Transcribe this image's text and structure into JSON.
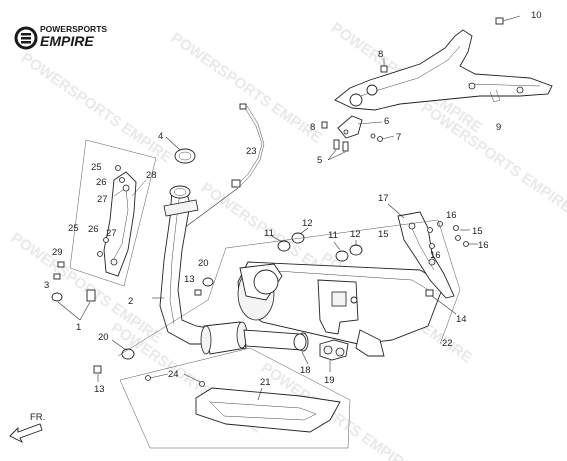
{
  "brand": {
    "line1": "POWERSPORTS",
    "line2": "EMPIRE",
    "watermark": "POWERSPORTS EMPIRE"
  },
  "direction_label": "FR.",
  "callouts": [
    {
      "id": "c10",
      "text": "10"
    },
    {
      "id": "c8a",
      "text": "8"
    },
    {
      "id": "c9",
      "text": "9"
    },
    {
      "id": "c6",
      "text": "6"
    },
    {
      "id": "c8b",
      "text": "8"
    },
    {
      "id": "c7",
      "text": "7"
    },
    {
      "id": "c5",
      "text": "5"
    },
    {
      "id": "c4",
      "text": "4"
    },
    {
      "id": "c23",
      "text": "23"
    },
    {
      "id": "c25a",
      "text": "25"
    },
    {
      "id": "c26a",
      "text": "26"
    },
    {
      "id": "c28",
      "text": "28"
    },
    {
      "id": "c27a",
      "text": "27"
    },
    {
      "id": "c25b",
      "text": "25"
    },
    {
      "id": "c26b",
      "text": "26"
    },
    {
      "id": "c27b",
      "text": "27"
    },
    {
      "id": "c29",
      "text": "29"
    },
    {
      "id": "c3",
      "text": "3"
    },
    {
      "id": "c1",
      "text": "1"
    },
    {
      "id": "c2",
      "text": "2"
    },
    {
      "id": "c13a",
      "text": "13"
    },
    {
      "id": "c20a",
      "text": "20"
    },
    {
      "id": "c11a",
      "text": "11"
    },
    {
      "id": "c12a",
      "text": "12"
    },
    {
      "id": "c11b",
      "text": "11"
    },
    {
      "id": "c12b",
      "text": "12"
    },
    {
      "id": "c17",
      "text": "17"
    },
    {
      "id": "c16a",
      "text": "16"
    },
    {
      "id": "c15a",
      "text": "15"
    },
    {
      "id": "c15b",
      "text": "15"
    },
    {
      "id": "c16b",
      "text": "16"
    },
    {
      "id": "c16c",
      "text": "16"
    },
    {
      "id": "c14",
      "text": "14"
    },
    {
      "id": "c22",
      "text": "22"
    },
    {
      "id": "c20b",
      "text": "20"
    },
    {
      "id": "c13b",
      "text": "13"
    },
    {
      "id": "c24",
      "text": "24"
    },
    {
      "id": "c21",
      "text": "21"
    },
    {
      "id": "c18",
      "text": "18"
    },
    {
      "id": "c19",
      "text": "19"
    }
  ]
}
